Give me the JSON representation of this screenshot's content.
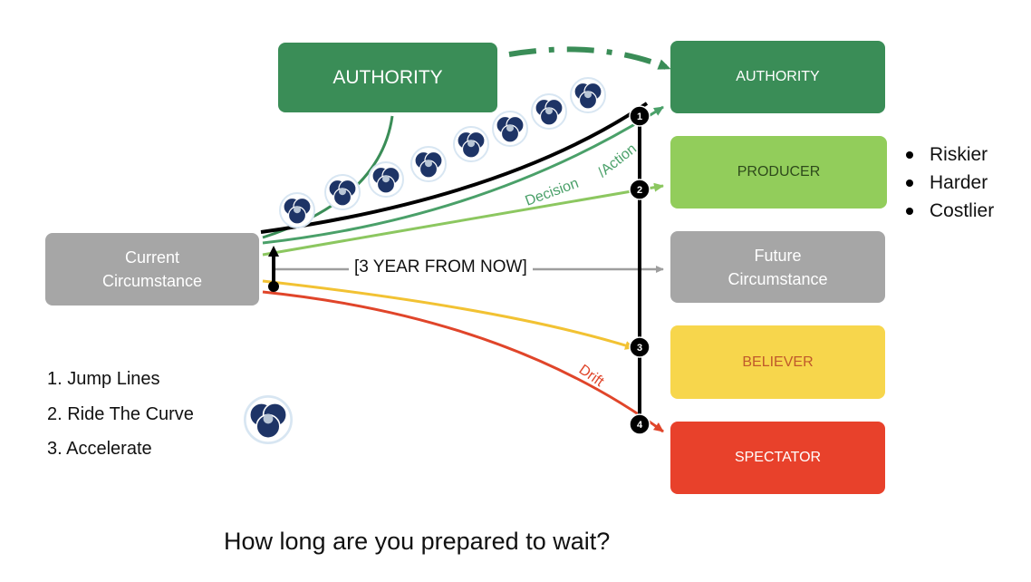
{
  "source_box": {
    "label_line1": "Current",
    "label_line2": "Circumstance",
    "color": "#a6a6a6"
  },
  "authority_source": {
    "label": "AUTHORITY",
    "color": "#3a8d57"
  },
  "outcome_boxes": [
    {
      "id": "authority",
      "label": "AUTHORITY",
      "color": "#3a8d57",
      "text_color": "#ffffff"
    },
    {
      "id": "producer",
      "label": "PRODUCER",
      "color": "#92cd5b",
      "text_color": "#2e4a1b"
    },
    {
      "id": "future",
      "label_line1": "Future",
      "label_line2": "Circumstance",
      "color": "#a6a6a6",
      "text_color": "#ffffff"
    },
    {
      "id": "believer",
      "label": "BELIEVER",
      "color": "#f7d64c",
      "text_color": "#c0592b"
    },
    {
      "id": "spectator",
      "label": "SPECTATOR",
      "color": "#e8412b",
      "text_color": "#ffffff"
    }
  ],
  "time_horizon": "[3 YEAR FROM NOW]",
  "curve_labels": {
    "decision": "Decision",
    "action": "/Action",
    "drift": "Drift"
  },
  "markers": [
    "1",
    "2",
    "3",
    "4"
  ],
  "bullets": [
    "Riskier",
    "Harder",
    "Costlier"
  ],
  "steps": [
    "1. Jump Lines",
    "2. Ride The Curve",
    "3. Accelerate"
  ],
  "question": "How long are you prepared to wait?",
  "colors": {
    "dark_green": "#3a8d57",
    "mid_green": "#4aa069",
    "light_green": "#8cc760",
    "yellow": "#f2c233",
    "red": "#e0452a",
    "gray_arrow": "#9e9e9e",
    "logo_navy": "#1e3466"
  },
  "icons": {
    "logo": "three-circle-logo-icon"
  }
}
